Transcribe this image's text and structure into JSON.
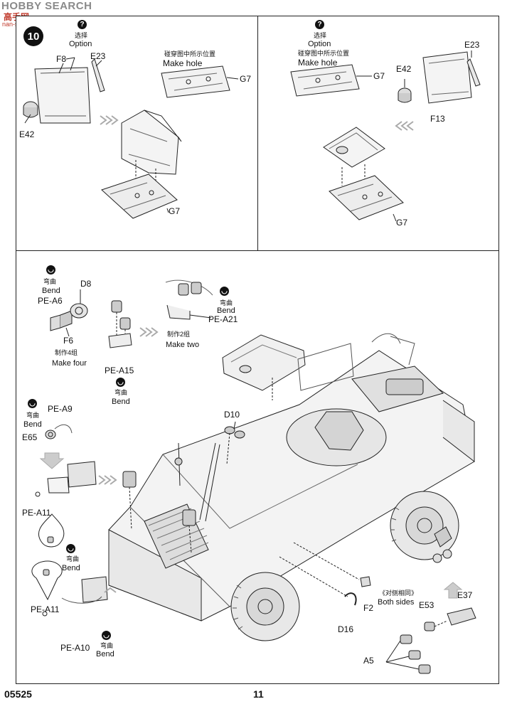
{
  "watermark": {
    "brand": "HOBBY SEARCH",
    "cn": "高手网",
    "url": "nan-shou.com"
  },
  "step": {
    "number": "10"
  },
  "panel_tl": {
    "option_zh": "选择",
    "option_en": "Option",
    "hole_zh": "碰穿图中所示位置",
    "hole_en": "Make hole",
    "labels": {
      "f8": "F8",
      "e23": "E23",
      "e42": "E42",
      "g7a": "G7",
      "g7b": "G7"
    }
  },
  "panel_tr": {
    "option_zh": "选择",
    "option_en": "Option",
    "hole_zh": "碰穿图中所示位置",
    "hole_en": "Make hole",
    "labels": {
      "e23": "E23",
      "e42": "E42",
      "f13": "F13",
      "g7a": "G7",
      "g7b": "G7"
    }
  },
  "panel_main": {
    "bend_zh": "弯曲",
    "bend_en": "Bend",
    "make_four_zh": "制作4组",
    "make_four_en": "Make four",
    "make_two_zh": "制作2组",
    "make_two_en": "Make two",
    "both_sides_zh": "《对侧相同》",
    "both_sides_en": "Both sides",
    "labels": {
      "d8": "D8",
      "pe_a6": "PE-A6",
      "f6": "F6",
      "pe_a15": "PE-A15",
      "pe_a21": "PE-A21",
      "pe_a9": "PE-A9",
      "e65": "E65",
      "d10": "D10",
      "pe_a11a": "PE-A11",
      "pe_a11b": "PE-A11",
      "pe_a10": "PE-A10",
      "f2": "F2",
      "d16": "D16",
      "e53": "E53",
      "e37": "E37",
      "a5": "A5"
    }
  },
  "footer": {
    "code": "05525",
    "page": "11"
  }
}
